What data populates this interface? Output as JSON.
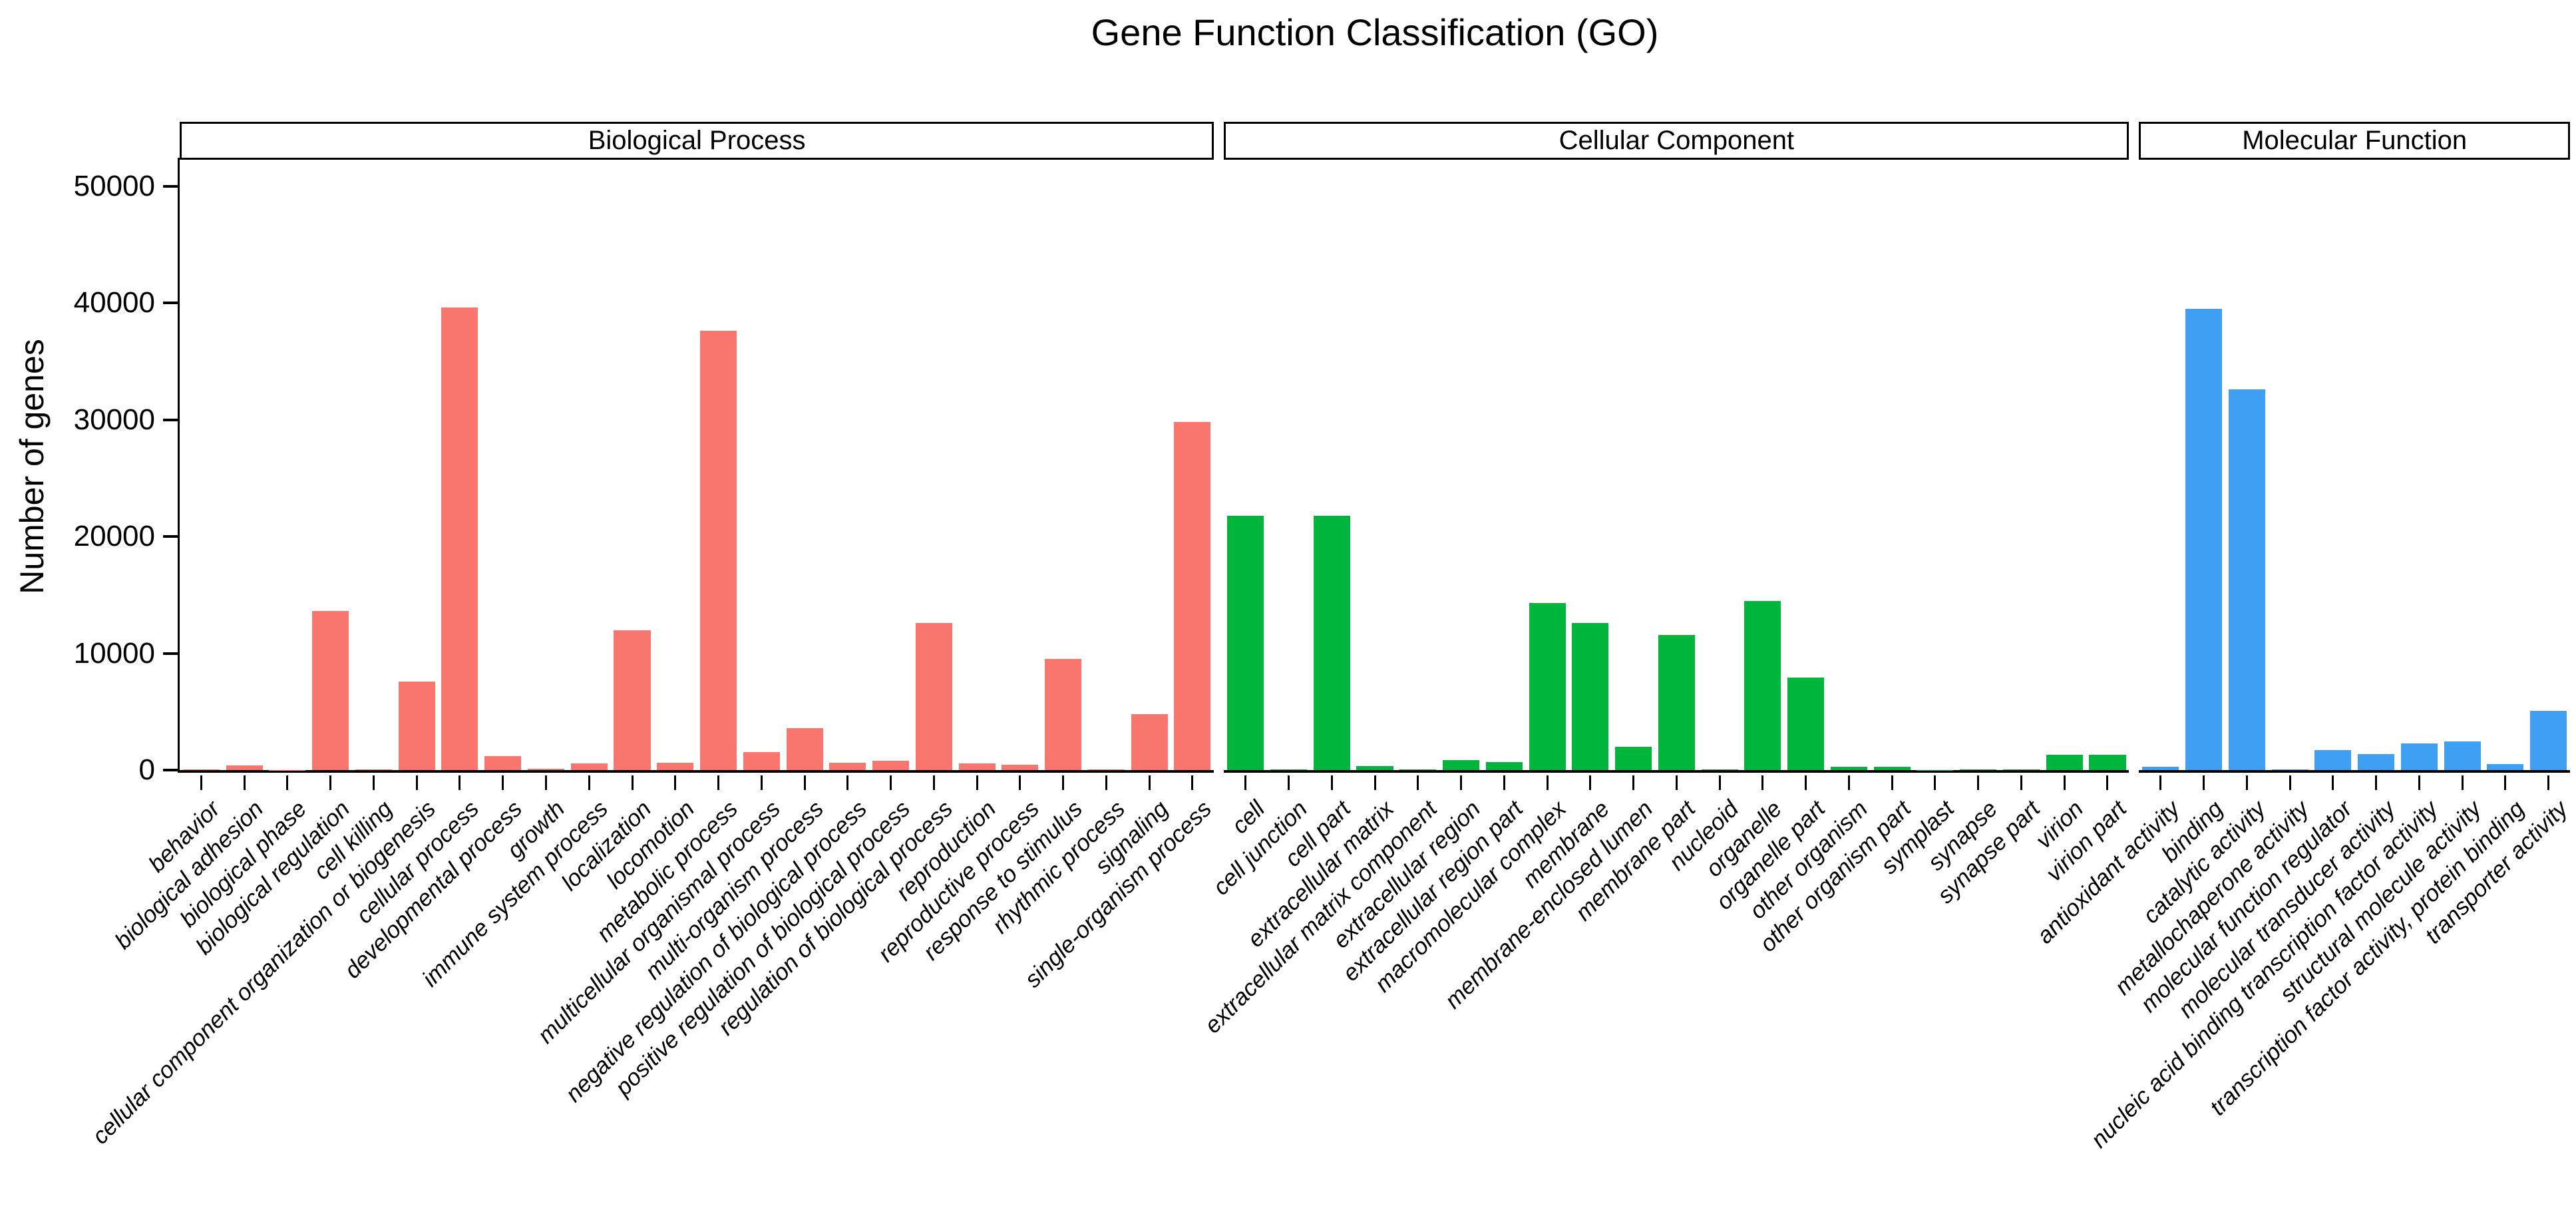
{
  "title": "Gene Function Classification (GO)",
  "y_axis": {
    "label": "Number of genes",
    "ticks": [
      0,
      10000,
      20000,
      30000,
      40000,
      50000
    ]
  },
  "chart_data": {
    "type": "bar",
    "title": "Gene Function Classification (GO)",
    "xlabel": "",
    "ylabel": "Number of genes",
    "ylim": [
      0,
      52400
    ],
    "grid": false,
    "legend": "none",
    "sections": [
      {
        "name": "Biological Process",
        "color": "#F8766D",
        "categories": [
          "behavior",
          "biological adhesion",
          "biological phase",
          "biological regulation",
          "cell killing",
          "cellular component organization or biogenesis",
          "cellular process",
          "developmental process",
          "growth",
          "immune system process",
          "localization",
          "locomotion",
          "metabolic process",
          "multicellular organismal process",
          "multi-organism process",
          "negative regulation of biological process",
          "positive regulation of biological process",
          "regulation of biological process",
          "reproduction",
          "reproductive process",
          "response to stimulus",
          "rhythmic process",
          "signaling",
          "single-organism process"
        ],
        "values": [
          50,
          400,
          20,
          13600,
          30,
          7600,
          39650,
          1200,
          100,
          550,
          11950,
          650,
          37600,
          1550,
          3600,
          600,
          800,
          12600,
          550,
          450,
          9500,
          50,
          4800,
          29800
        ]
      },
      {
        "name": "Cellular Component",
        "color": "#00B53C",
        "categories": [
          "cell",
          "cell junction",
          "cell part",
          "extracellular matrix",
          "extracellular matrix component",
          "extracellular region",
          "extracellular region part",
          "macromolecular complex",
          "membrane",
          "membrane-enclosed lumen",
          "membrane part",
          "nucleoid",
          "organelle",
          "organelle part",
          "other organism",
          "other organism part",
          "symplast",
          "synapse",
          "synapse part",
          "virion",
          "virion part"
        ],
        "values": [
          21800,
          80,
          21800,
          330,
          60,
          850,
          680,
          14300,
          12600,
          2000,
          11600,
          30,
          14500,
          7900,
          300,
          300,
          15,
          60,
          40,
          1300,
          1300
        ]
      },
      {
        "name": "Molecular Function",
        "color": "#3E9FF3",
        "categories": [
          "antioxidant activity",
          "binding",
          "catalytic activity",
          "metallochaperone activity",
          "molecular function regulator",
          "molecular transducer activity",
          "nucleic acid binding transcription factor activity",
          "structural molecule activity",
          "transcription factor activity, protein binding",
          "transporter activity"
        ],
        "values": [
          300,
          39500,
          32600,
          30,
          1700,
          1350,
          2300,
          2450,
          500,
          5100
        ]
      }
    ]
  }
}
